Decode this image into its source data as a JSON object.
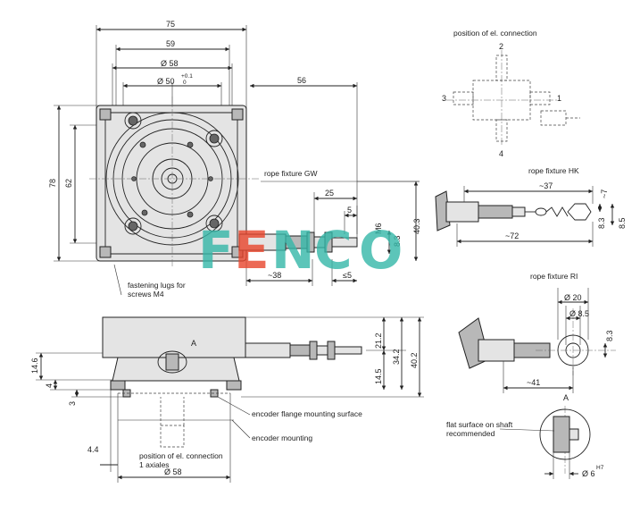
{
  "watermark": {
    "text": "FENCO",
    "color_teal": "#34b7a8",
    "color_red": "#e8452c"
  },
  "front_view": {
    "dim_75": "75",
    "dim_59": "59",
    "dim_d58": "Ø 58",
    "dim_d50": "Ø 50",
    "dim_tol_upper": "+0.1",
    "dim_tol_lower": "0",
    "dim_56": "56",
    "dim_78": "78",
    "dim_62": "62",
    "lugs_label_1": "fastening lugs for",
    "lugs_label_2": "screws M4"
  },
  "rope_gw": {
    "title": "rope fixture GW",
    "dim_25": "25",
    "dim_5": "5",
    "dim_m6": "M6",
    "dim_83": "8.3",
    "dim_403": "40.3",
    "dim_38": "~38",
    "dim_le5": "≤5"
  },
  "connection": {
    "title": "position of el. connection",
    "pos_1": "1",
    "pos_2": "2",
    "pos_3": "3",
    "pos_4": "4"
  },
  "rope_hk": {
    "title": "rope fixture HK",
    "dim_37": "~37",
    "dim_7": "~7",
    "dim_83": "8.3",
    "dim_85": "8.5",
    "dim_72": "~72"
  },
  "rope_ri": {
    "title": "rope fixture RI",
    "dim_d20": "Ø 20",
    "dim_d85": "Ø 8.5",
    "dim_83": "8.3",
    "dim_41": "~41"
  },
  "side_view": {
    "section_a": "A",
    "dim_146": "14.6",
    "dim_4": "4",
    "dim_3": "3",
    "dim_212": "21.2",
    "dim_342": "34.2",
    "dim_402": "40.2",
    "dim_145": "14.5",
    "dim_44": "4.4",
    "dim_d58": "Ø 58",
    "flange_label": "encoder flange mounting surface",
    "mounting_label": "encoder mounting",
    "conn_axial_1": "position of el. connection",
    "conn_axial_2": "1 axiales"
  },
  "shaft_detail": {
    "section_a": "A",
    "label_1": "flat surface on shaft",
    "label_2": "recommended",
    "dim_d6": "Ø 6",
    "dim_h7": "H7"
  }
}
